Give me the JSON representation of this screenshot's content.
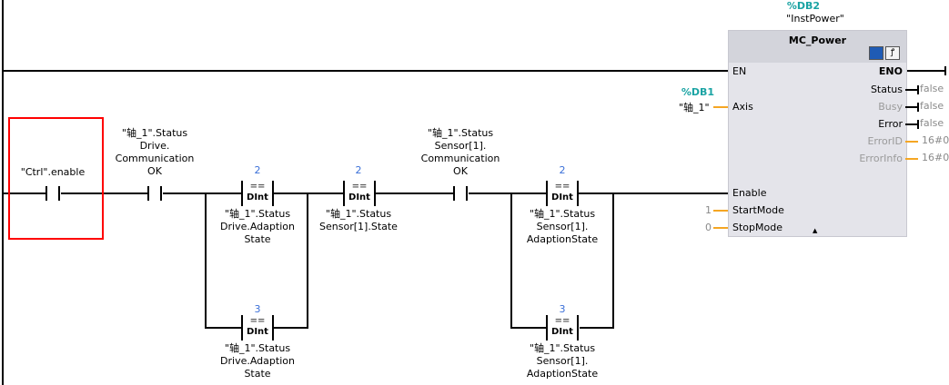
{
  "contacts": [
    {
      "operand": "\"Ctrl\".enable",
      "selected": true
    },
    {
      "operand_lines": [
        "\"轴_1\".Status",
        "Drive.",
        "Communication",
        "OK"
      ]
    },
    {
      "operand_lines": [
        "\"轴_1\".Status",
        "Sensor[1].",
        "Communication",
        "OK"
      ]
    }
  ],
  "comparators": [
    {
      "value": "2",
      "op": "==",
      "type": "DInt",
      "operand_lines": [
        "\"轴_1\".Status",
        "Drive.Adaption",
        "State"
      ]
    },
    {
      "value": "3",
      "op": "==",
      "type": "DInt",
      "operand_lines": [
        "\"轴_1\".Status",
        "Drive.Adaption",
        "State"
      ]
    },
    {
      "value": "2",
      "op": "==",
      "type": "DInt",
      "operand_lines": [
        "\"轴_1\".Status",
        "Sensor[1].State"
      ]
    },
    {
      "value": "2",
      "op": "==",
      "type": "DInt",
      "operand_lines": [
        "\"轴_1\".Status",
        "Sensor[1].",
        "AdaptionState"
      ]
    },
    {
      "value": "3",
      "op": "==",
      "type": "DInt",
      "operand_lines": [
        "\"轴_1\".Status",
        "Sensor[1].",
        "AdaptionState"
      ]
    }
  ],
  "block": {
    "instance_db": "%DB2",
    "instance_name": "\"InstPower\"",
    "title": "MC_Power",
    "inputs": {
      "en": "EN",
      "axis": "Axis",
      "enable": "Enable",
      "startmode": "StartMode",
      "stopmode": "StopMode"
    },
    "outputs": {
      "eno": "ENO",
      "status": "Status",
      "busy": "Busy",
      "error": "Error",
      "errorid": "ErrorID",
      "errorinfo": "ErrorInfo"
    },
    "axis_db": "%DB1",
    "axis_name": "\"轴_1\"",
    "startmode_value": "1",
    "stopmode_value": "0",
    "status_value": "false",
    "busy_value": "false",
    "error_value": "false",
    "errorid_value": "16#0",
    "errorinfo_value": "16#0"
  },
  "colors": {
    "selection": "#ff0000",
    "wire_param": "#f5a623",
    "db_label": "#1aa3a3",
    "const": "#3a6fd8"
  }
}
